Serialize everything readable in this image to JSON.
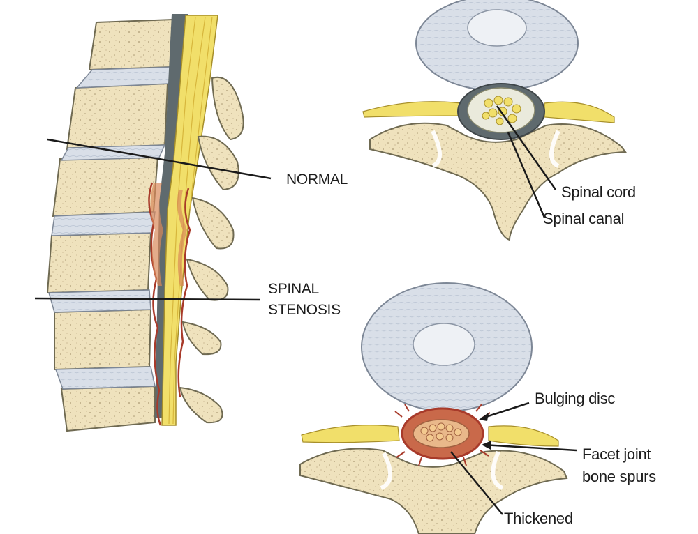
{
  "labels": {
    "normal": "NORMAL",
    "stenosis": "SPINAL\nSTENOSIS",
    "spinal_cord": "Spinal cord",
    "spinal_canal": "Spinal canal",
    "bulging_disc": "Bulging disc",
    "facet_joint": "Facet joint\nbone spurs",
    "thickened": "Thickened"
  },
  "colors": {
    "bone": "#efe2bd",
    "bone_edge": "#6f6a52",
    "disc": "#d7dde7",
    "nerve": "#f1df6a",
    "inflammation": "#a83a2a"
  }
}
